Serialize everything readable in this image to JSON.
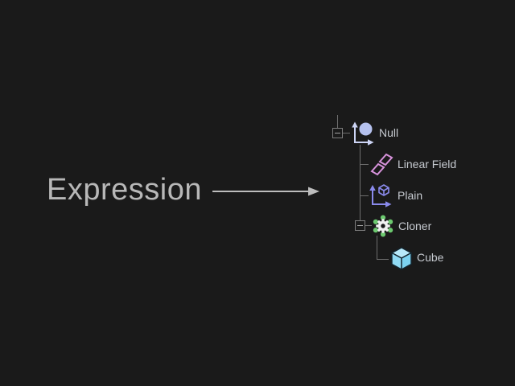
{
  "canvas": {
    "background": "#1a1a1a"
  },
  "annotation": {
    "label": "Expression",
    "text_color": "#b8b8b8",
    "arrow_icon": "arrow-right-icon",
    "arrow_color": "#bdbdbd"
  },
  "tree": {
    "line_color": "#6e6e6e",
    "label_color": "#c6cad0",
    "items": [
      {
        "label": "Null",
        "icon": "null-object-icon",
        "level": 0,
        "expand_toggle": "minus",
        "icon_colors": {
          "axis": "#ccd4f4",
          "circle": "#b5c1ee"
        }
      },
      {
        "label": "Linear Field",
        "icon": "linear-field-icon",
        "level": 1,
        "expand_toggle": "none",
        "icon_colors": {
          "outline": "#d893dc"
        }
      },
      {
        "label": "Plain",
        "icon": "plain-effector-icon",
        "level": 1,
        "expand_toggle": "none",
        "icon_colors": {
          "axis": "#8a8aec"
        }
      },
      {
        "label": "Cloner",
        "icon": "cloner-icon",
        "level": 1,
        "expand_toggle": "minus",
        "icon_colors": {
          "gear": "#f1f1f1",
          "dots": "#6cc96f",
          "hole": "#1a1a1a"
        }
      },
      {
        "label": "Cube",
        "icon": "cube-icon",
        "level": 2,
        "expand_toggle": "none",
        "icon_colors": {
          "top": "#b7e8f9",
          "left": "#90daf4",
          "right": "#7cd2f0",
          "edge": "#142630"
        }
      }
    ]
  }
}
